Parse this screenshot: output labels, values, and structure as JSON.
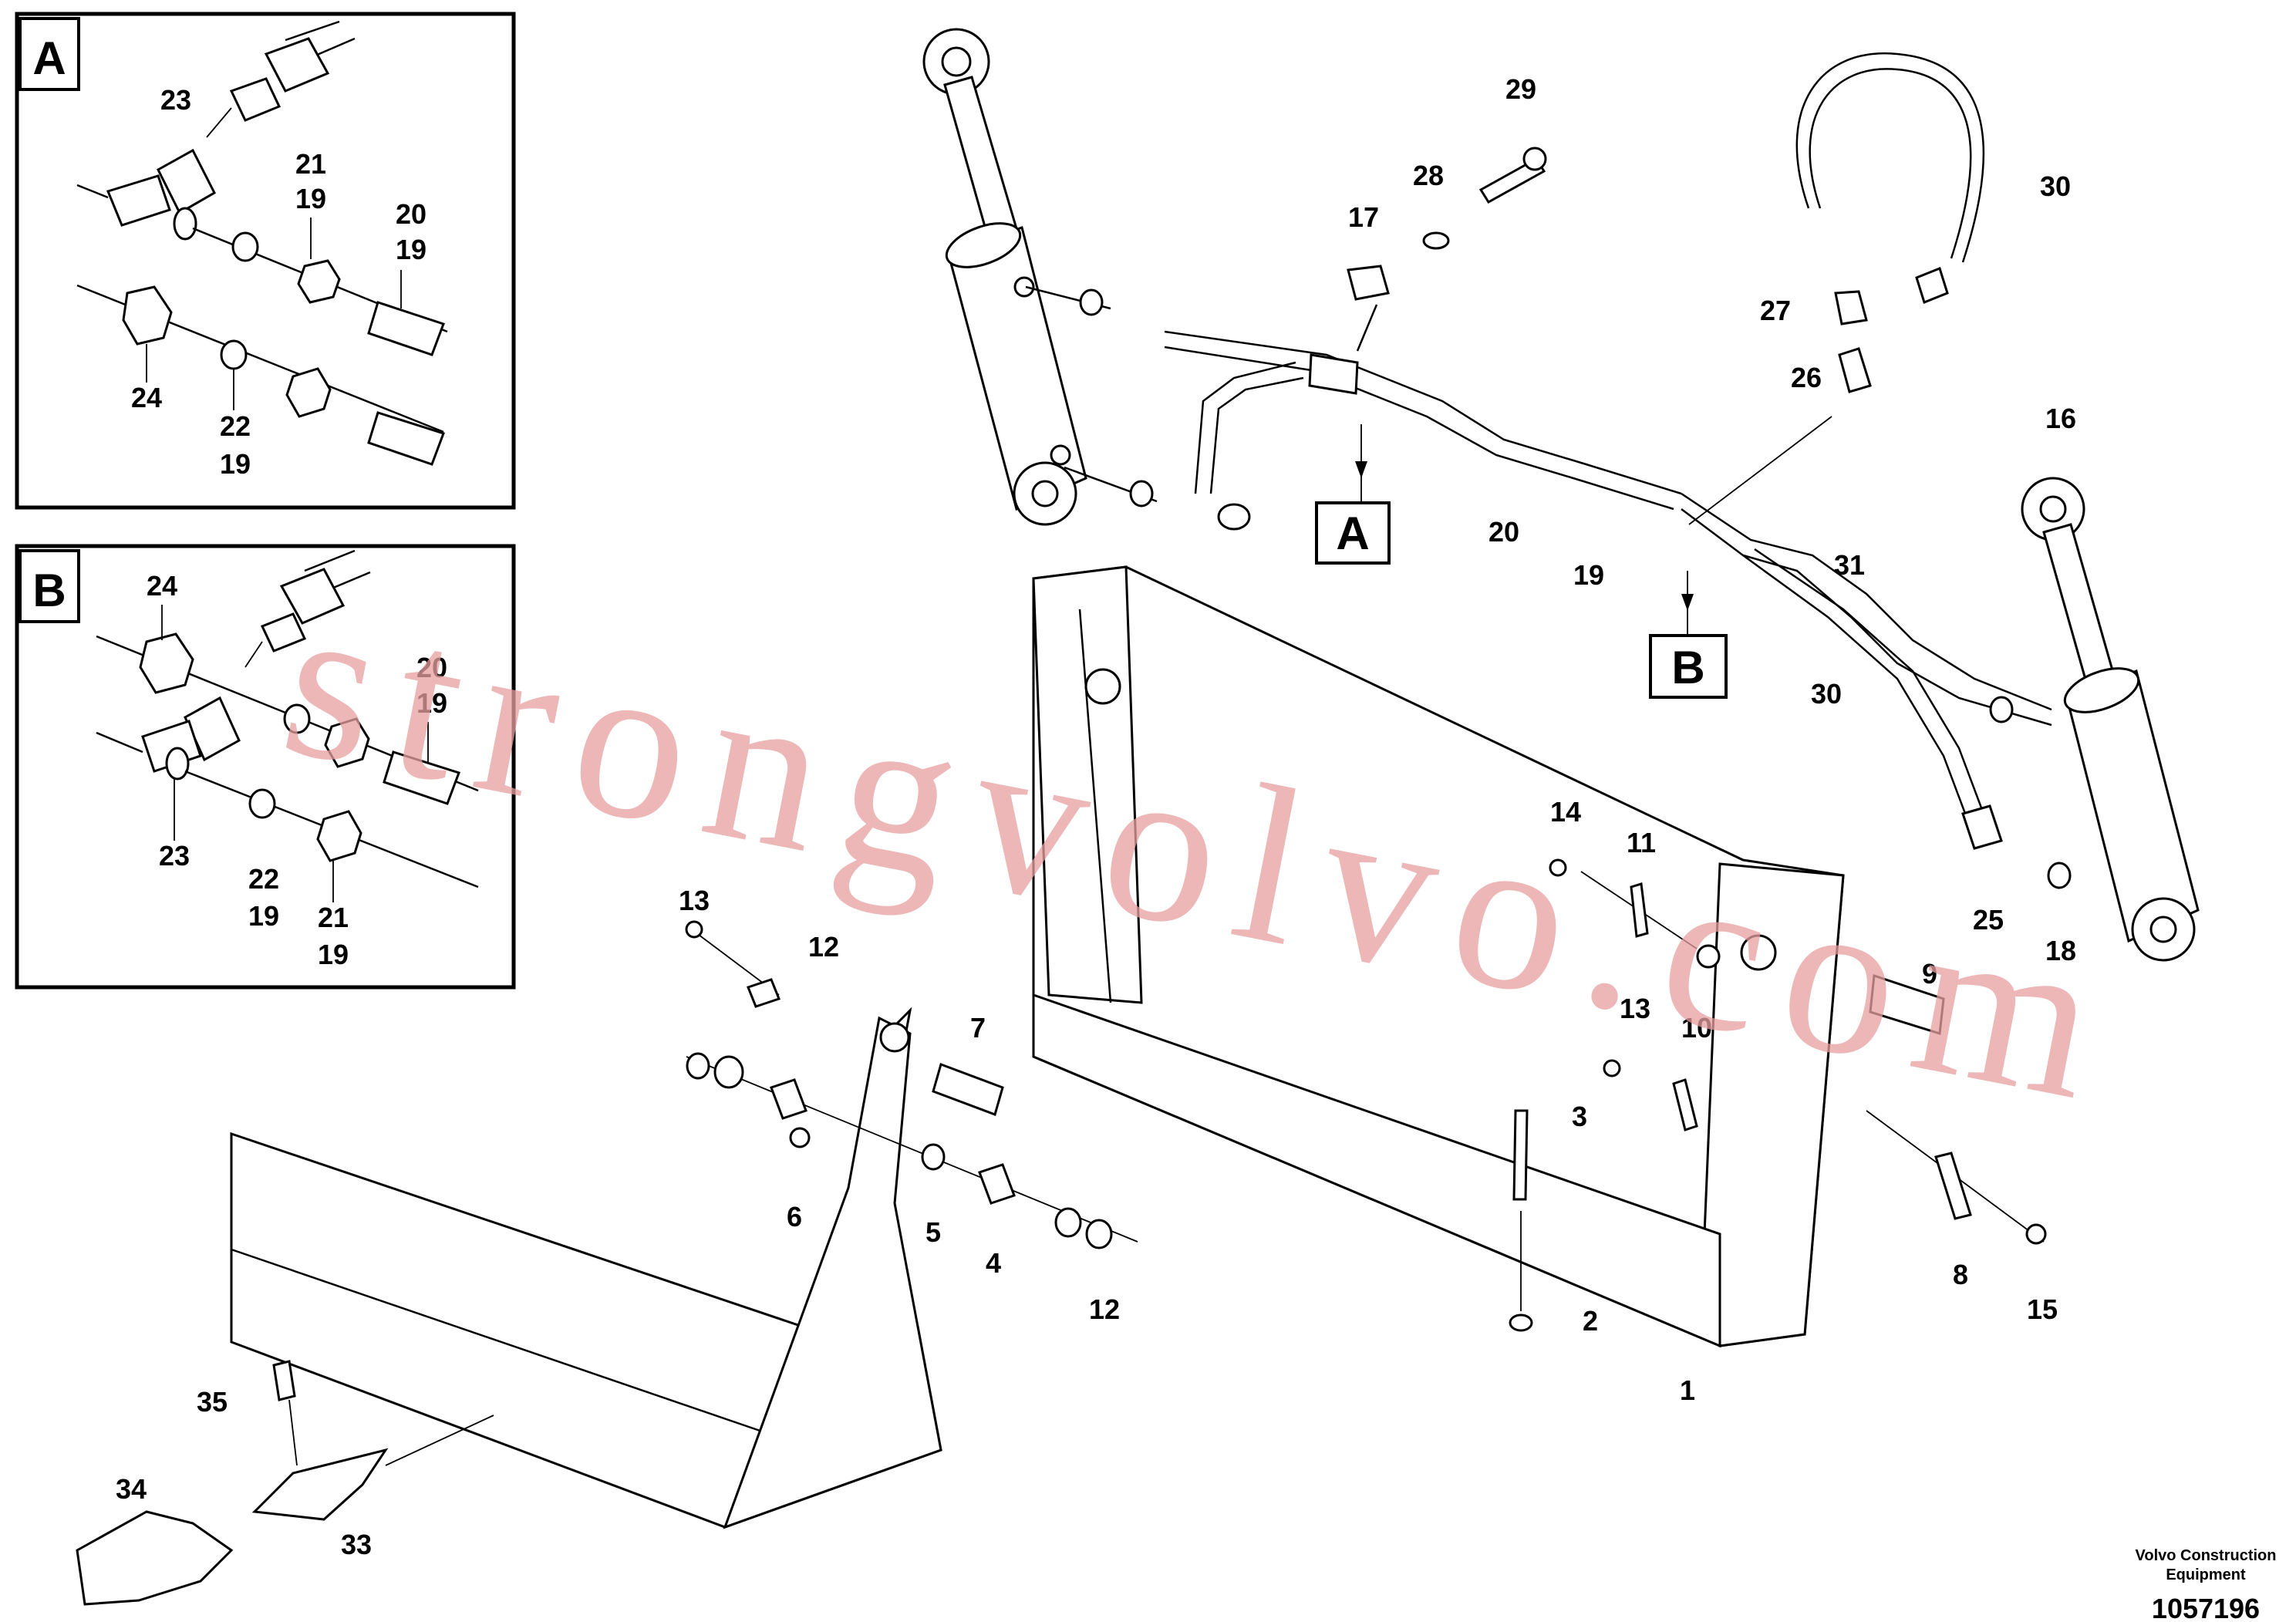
{
  "inset_a": {
    "letter": "A",
    "labels": [
      "23",
      "21",
      "19",
      "20",
      "19",
      "24",
      "22",
      "19"
    ]
  },
  "inset_b": {
    "letter": "B",
    "labels": [
      "24",
      "20",
      "19",
      "23",
      "22",
      "19",
      "21",
      "19"
    ]
  },
  "callouts": {
    "main": [
      "29",
      "28",
      "17",
      "30",
      "27",
      "26",
      "16",
      "20",
      "19",
      "31",
      "30",
      "14",
      "11",
      "9",
      "13",
      "10",
      "3",
      "25",
      "18",
      "8",
      "15",
      "2",
      "1",
      "13",
      "12",
      "7",
      "6",
      "5",
      "4",
      "12",
      "35",
      "34",
      "33"
    ],
    "ref_a": "A",
    "ref_b": "B"
  },
  "footer": {
    "company_line1": "Volvo Construction",
    "company_line2": "Equipment",
    "drawing_number": "1057196"
  },
  "watermark": "strongvolvo.com"
}
